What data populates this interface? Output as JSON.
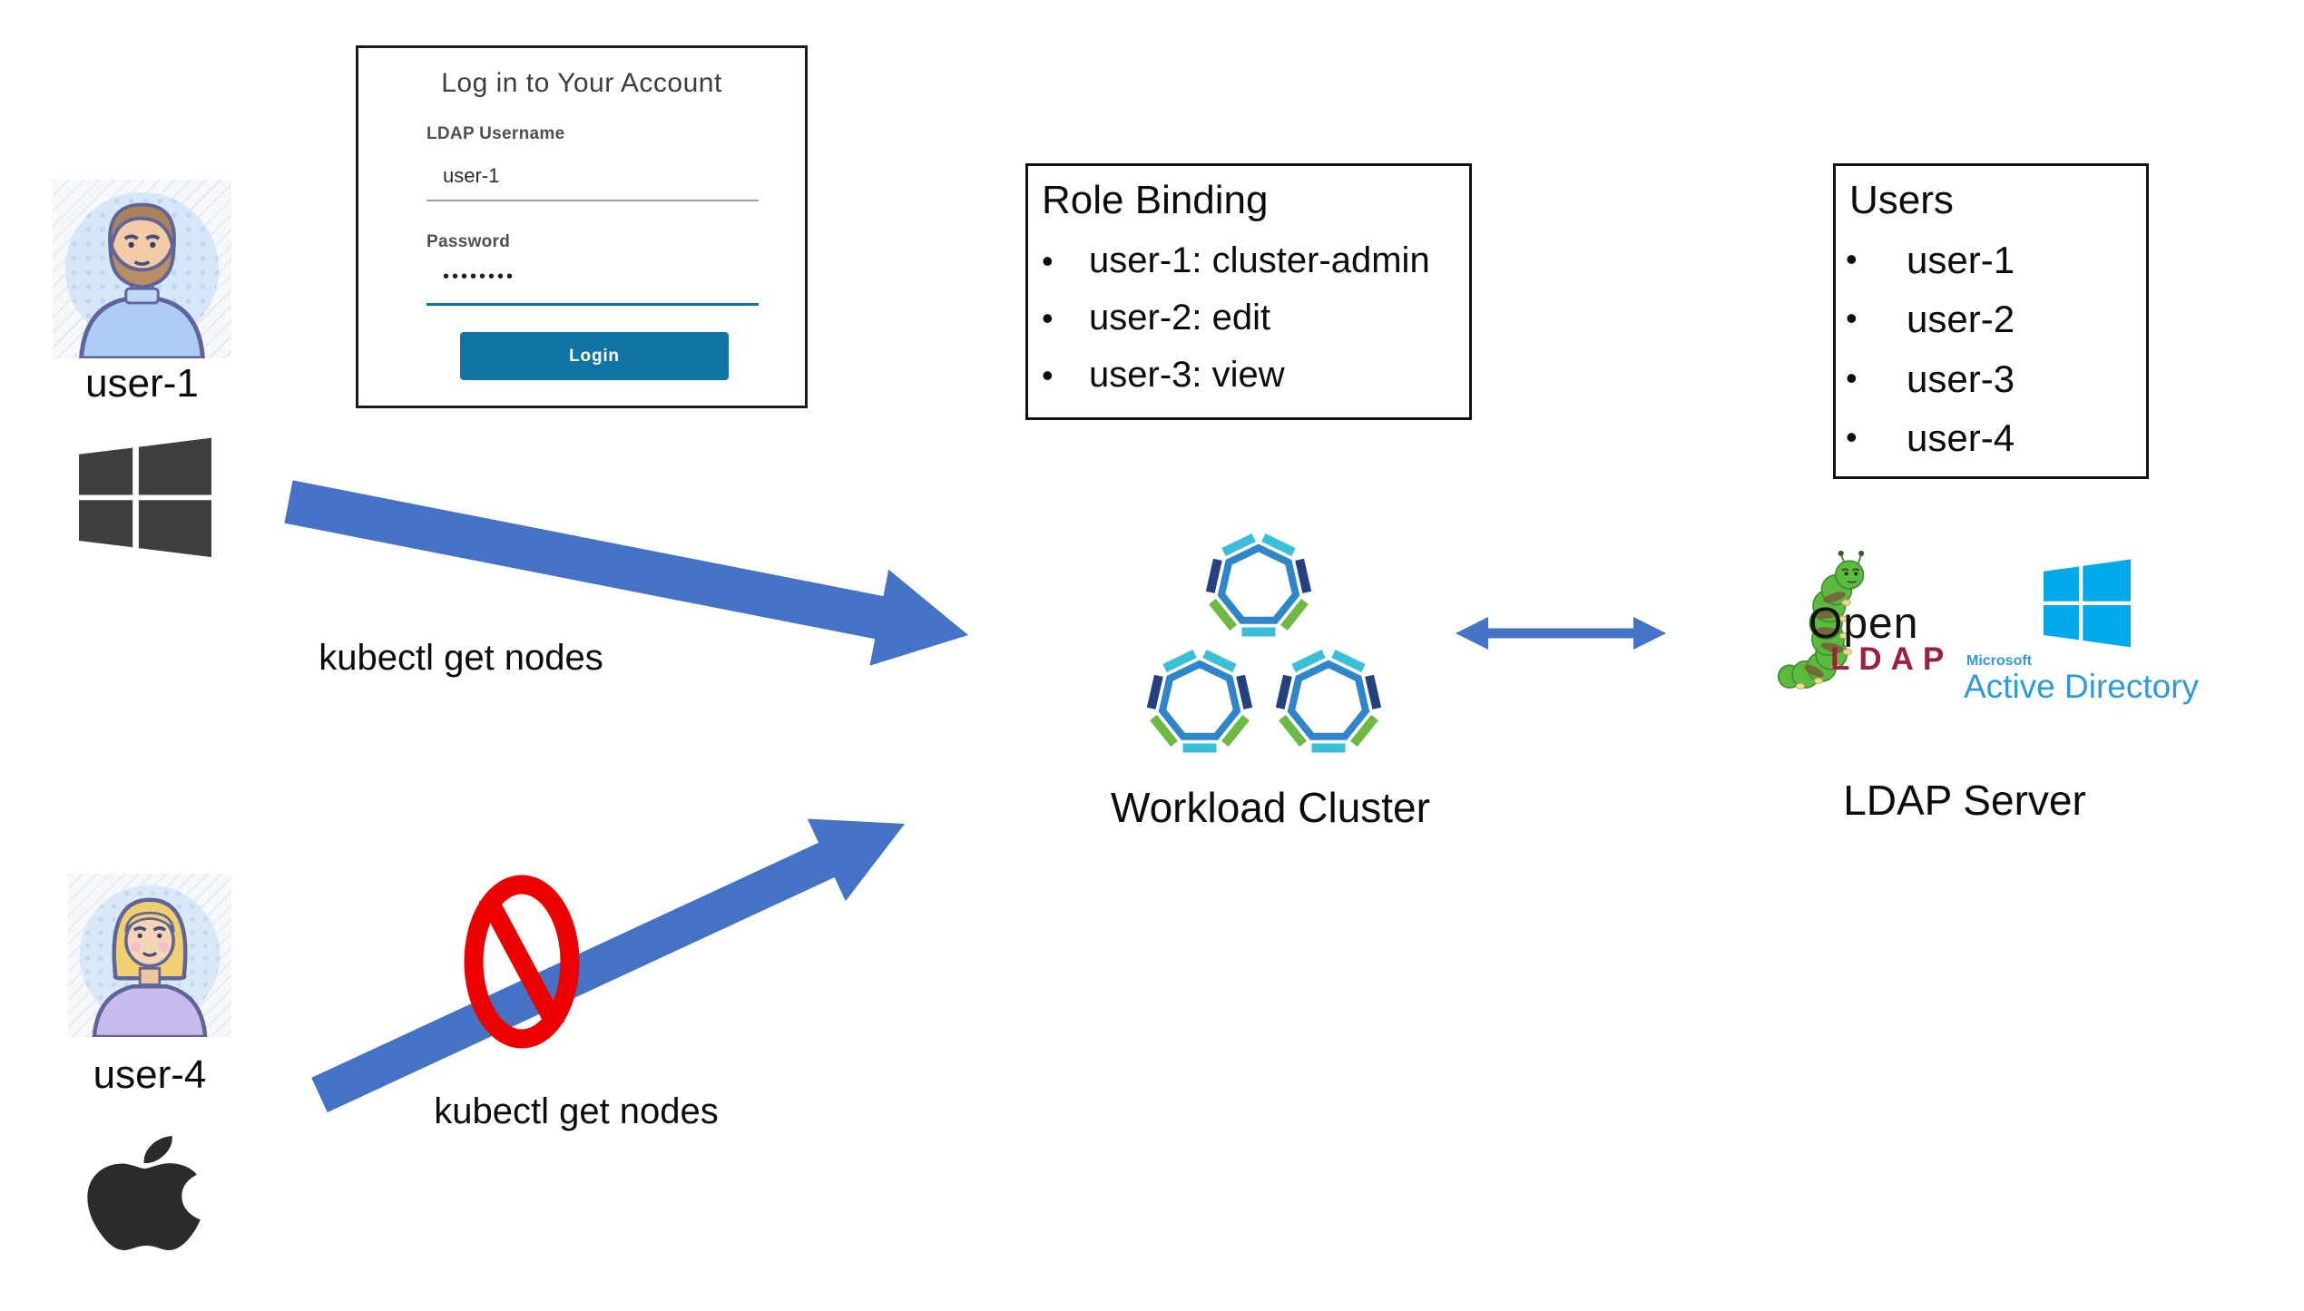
{
  "login_form": {
    "title": "Log in to Your Account",
    "username_label": "LDAP Username",
    "username_value": "user-1",
    "password_label": "Password",
    "password_value": "••••••••",
    "login_button_label": "Login"
  },
  "role_binding_box": {
    "title": "Role Binding",
    "bullet": "•",
    "items": [
      "user-1: cluster-admin",
      "user-2: edit",
      "user-3: view"
    ]
  },
  "users_box": {
    "title": "Users",
    "bullet": "•",
    "items": [
      "user-1",
      "user-2",
      "user-3",
      "user-4"
    ]
  },
  "actors": {
    "user1_label": "user-1",
    "user4_label": "user-4"
  },
  "flows": {
    "user1_command": "kubectl get nodes",
    "user4_command": "kubectl get nodes"
  },
  "workload_cluster_label": "Workload Cluster",
  "ldap_server": {
    "label": "LDAP Server",
    "openldap_word1": "Open",
    "openldap_word2": "LDAP",
    "ad_microsoft": "Microsoft",
    "ad_name": "Active Directory"
  },
  "colors": {
    "arrow_blue": "#4472C4",
    "denied_red": "#EC0000",
    "login_button_teal": "#1073A4",
    "k8s_cyan": "#3BBFD9",
    "k8s_navy": "#24417E",
    "k8s_green": "#6EB844",
    "k8s_inner_blue": "#2E86C8",
    "openldap_maroon": "#9E1D40",
    "active_directory_blue": "#2E9BD8",
    "windows_flag_blue": "#00A9E9",
    "windows_dark": "#3F3F3F",
    "apple_black": "#2B2B2B"
  }
}
